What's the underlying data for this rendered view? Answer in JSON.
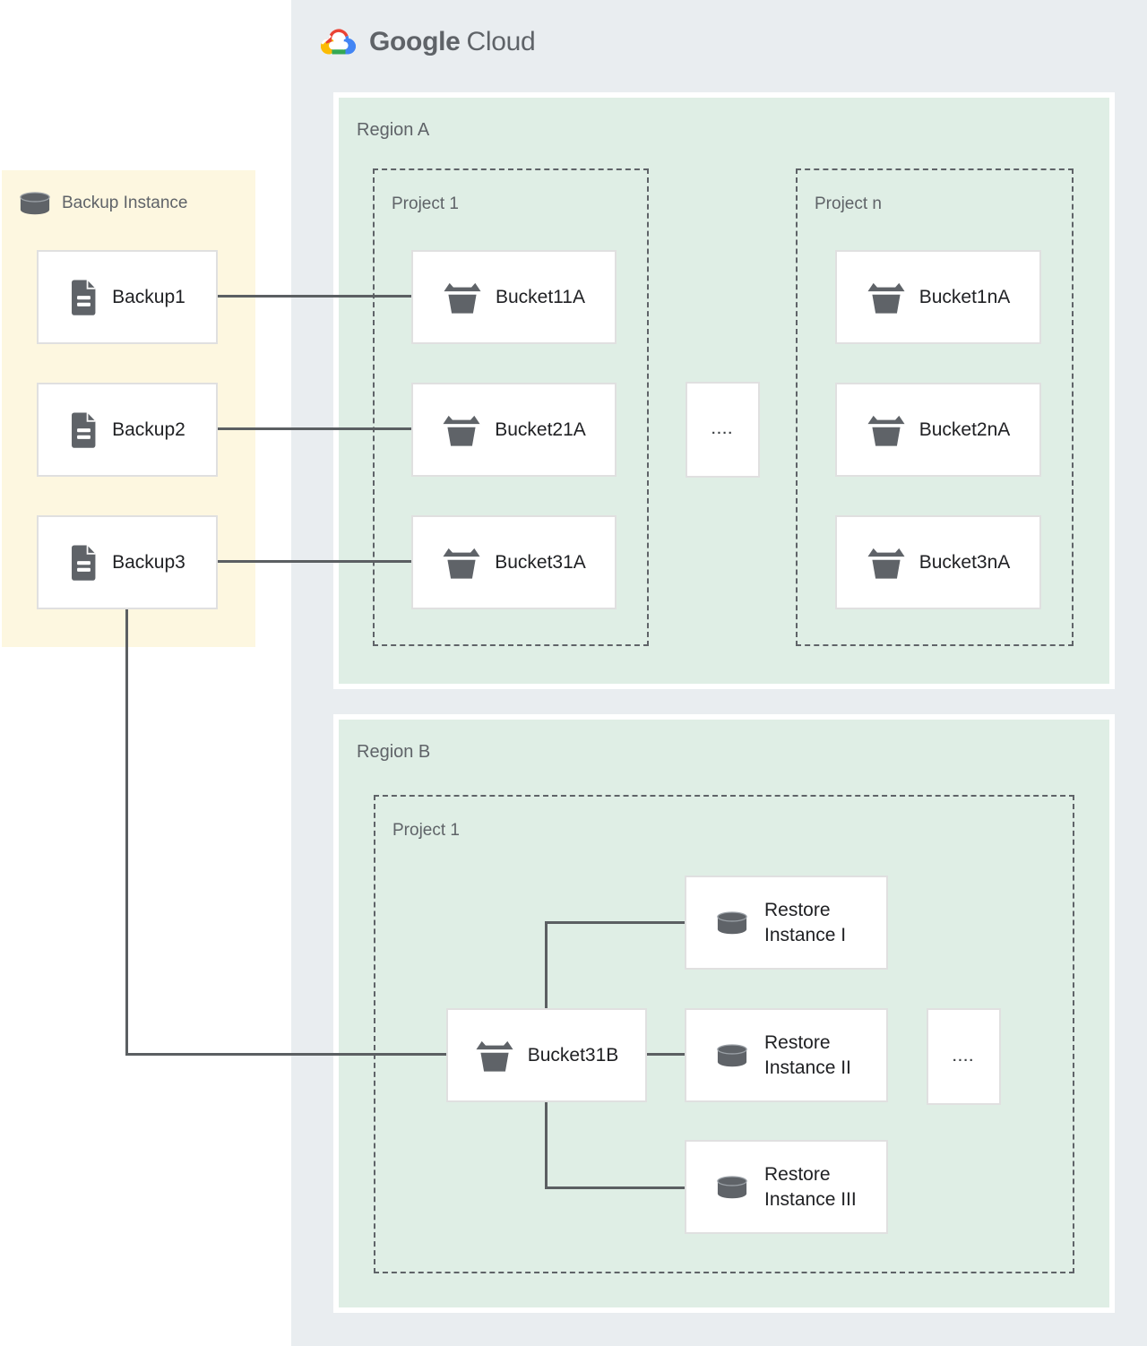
{
  "brand": {
    "google": "Google",
    "cloud": "Cloud"
  },
  "backup_panel": {
    "title": "Backup Instance",
    "items": [
      "Backup1",
      "Backup2",
      "Backup3"
    ]
  },
  "region_a": {
    "title": "Region A",
    "project_1": {
      "title": "Project 1",
      "buckets": [
        "Bucket11A",
        "Bucket21A",
        "Bucket31A"
      ]
    },
    "ellipsis": "....",
    "project_n": {
      "title": "Project n",
      "buckets": [
        "Bucket1nA",
        "Bucket2nA",
        "Bucket3nA"
      ]
    }
  },
  "region_b": {
    "title": "Region B",
    "project_1": {
      "title": "Project 1",
      "bucket": "Bucket31B",
      "ellipsis": "....",
      "restore_instances": [
        "Restore Instance I",
        "Restore Instance II",
        "Restore Instance III"
      ]
    }
  },
  "icons": {
    "backup_panel_icon": "database-cylinder-icon",
    "backup_item_icon": "document-icon",
    "bucket_icon": "storage-bucket-icon",
    "restore_icon": "database-cylinder-icon",
    "logo_icon": "google-cloud-logo"
  },
  "colors": {
    "canvas_bg": "#ffffff",
    "cloud_container_bg": "#e9edf0",
    "region_bg": "#dfeee5",
    "backup_panel_bg": "#fdf7e0",
    "node_bg": "#ffffff",
    "node_border": "#e0e0e0",
    "dashed_border": "#5f6368",
    "connector": "#5b5f62",
    "label_gray": "#5f6368",
    "label_dark": "#202124",
    "icon_gray": "#5f6368",
    "logo_red": "#ea4335",
    "logo_blue": "#4285f4",
    "logo_green": "#34a853",
    "logo_yellow": "#fbbc05"
  }
}
